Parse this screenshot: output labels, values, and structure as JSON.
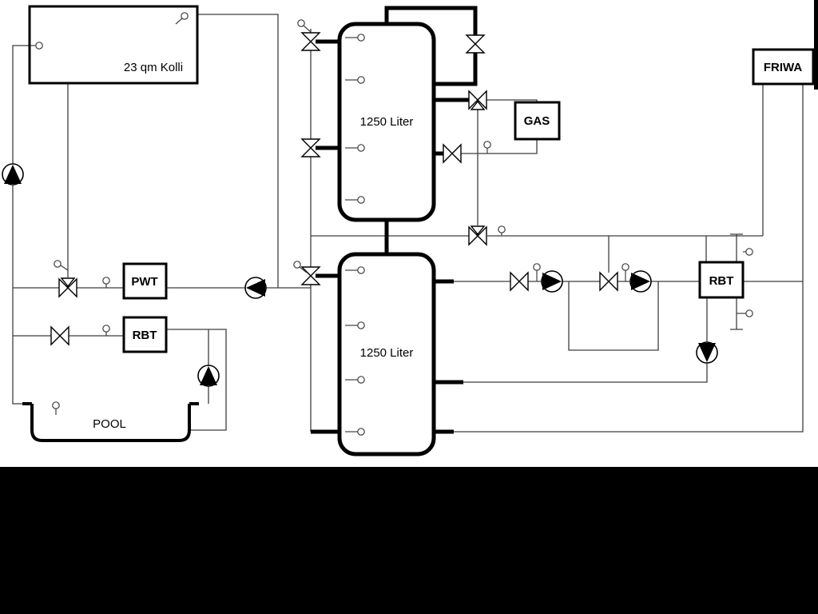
{
  "diagram": {
    "labels": {
      "collector": "23 qm Kolli",
      "tank_top": "1250 Liter",
      "tank_bottom": "1250 Liter",
      "gas": "GAS",
      "friwa": "FRIWA",
      "pwt": "PWT",
      "rbt_left": "RBT",
      "rbt_right": "RBT",
      "pool": "POOL"
    },
    "colors": {
      "pipe_thin": "#3f3f3f",
      "pipe_thick": "#000000",
      "background": "#ffffff",
      "letterbox": "#000000"
    },
    "symbols": {
      "pump-icon": "circle-with-solid-triangle",
      "valve-icon": "bowtie-two-triangles",
      "three-way-valve-icon": "bowtie-with-branch-triangle",
      "sensor-icon": "small-circle-with-stem"
    }
  }
}
